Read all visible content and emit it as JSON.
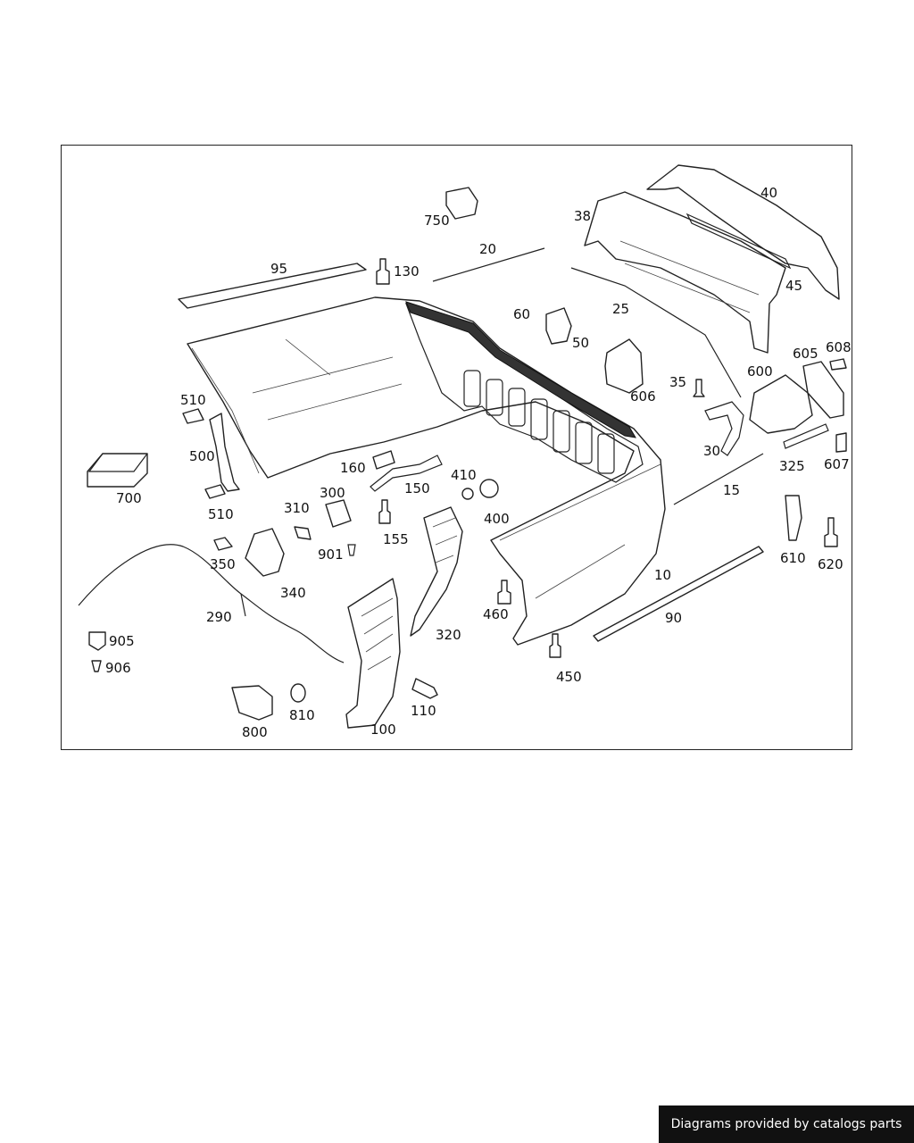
{
  "labels": {
    "p10": "10",
    "p15": "15",
    "p20": "20",
    "p25": "25",
    "p30": "30",
    "p35": "35",
    "p38": "38",
    "p40": "40",
    "p45": "45",
    "p50": "50",
    "p60": "60",
    "p90": "90",
    "p95": "95",
    "p100": "100",
    "p110": "110",
    "p130": "130",
    "p150": "150",
    "p155": "155",
    "p160": "160",
    "p290": "290",
    "p300": "300",
    "p310": "310",
    "p320": "320",
    "p325": "325",
    "p340": "340",
    "p350": "350",
    "p400": "400",
    "p410": "410",
    "p450": "450",
    "p460": "460",
    "p500": "500",
    "p510a": "510",
    "p510b": "510",
    "p600": "600",
    "p605": "605",
    "p606": "606",
    "p607": "607",
    "p608": "608",
    "p610": "610",
    "p620": "620",
    "p700": "700",
    "p750": "750",
    "p800": "800",
    "p810": "810",
    "p901": "901",
    "p905": "905",
    "p906": "906"
  },
  "footer": {
    "credit": "Diagrams provided by catalogs parts"
  }
}
